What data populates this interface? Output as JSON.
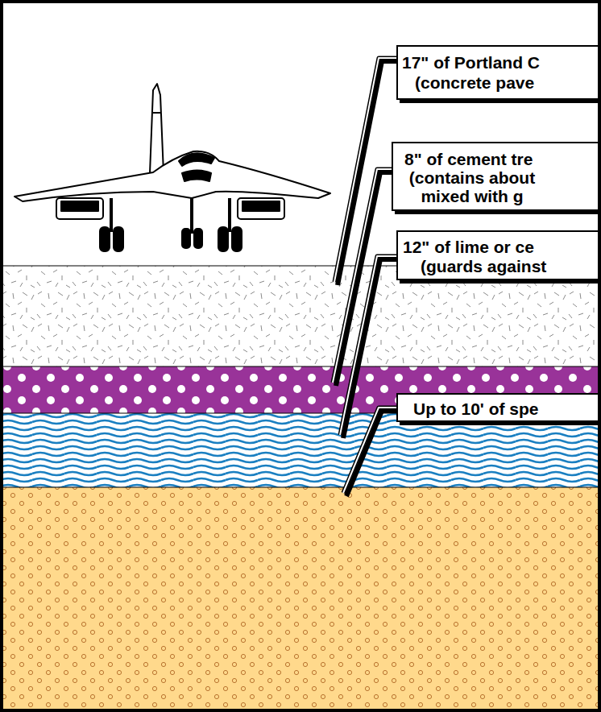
{
  "diagram": {
    "nodes": [
      {
        "text": [
          "17\" of Portland C",
          "(concrete pave"
        ]
      },
      {
        "text": [
          "8\" of cement tre",
          "(contains about mixed with g"
        ]
      },
      {
        "text": [
          "12\" of lime or ce",
          "(guards against"
        ]
      },
      {
        "text": [
          "Up to 10' of spe"
        ]
      }
    ]
  }
}
